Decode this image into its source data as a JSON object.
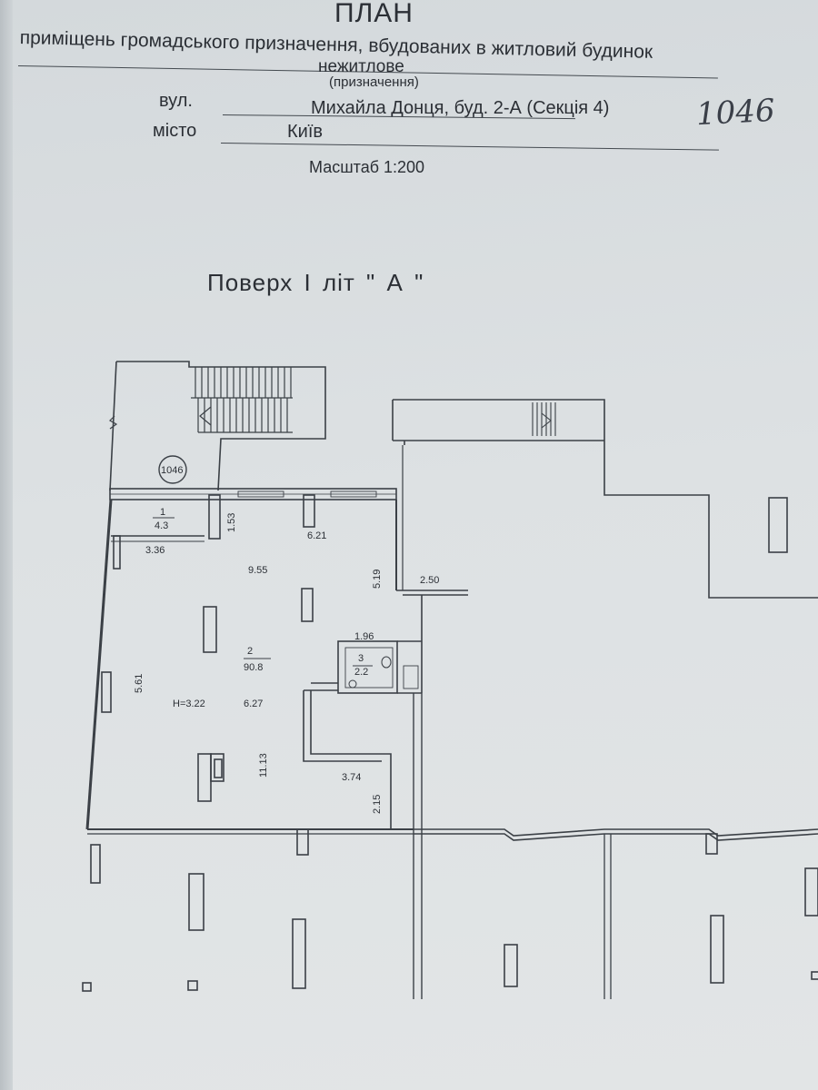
{
  "header": {
    "title": "ПЛАН",
    "line1": "приміщень громадського призначення, вбудованих в житловий будинок",
    "purpose_value": "нежитлове",
    "purpose_caption": "(призначення)",
    "street_label": "вул.",
    "street_value": "Михайла Донця,  буд. 2-А  (Секція 4)",
    "city_label": "місто",
    "city_value": "Київ",
    "scale": "Масштаб 1:200",
    "handwritten_number": "1046"
  },
  "floor_title": "Поверх  І  літ \"  А  \"",
  "plan": {
    "circle_label": "1046",
    "rooms": [
      {
        "number": "1",
        "area": "4.3"
      },
      {
        "number": "2",
        "area": "90.8"
      },
      {
        "number": "3",
        "area": "2.2"
      }
    ],
    "height": "Н=3.22",
    "dimensions": [
      "1.53",
      "6.21",
      "3.36",
      "9.55",
      "5.19",
      "2.50",
      "1.96",
      "5.61",
      "6.27",
      "11.13",
      "3.74",
      "2.15"
    ]
  }
}
